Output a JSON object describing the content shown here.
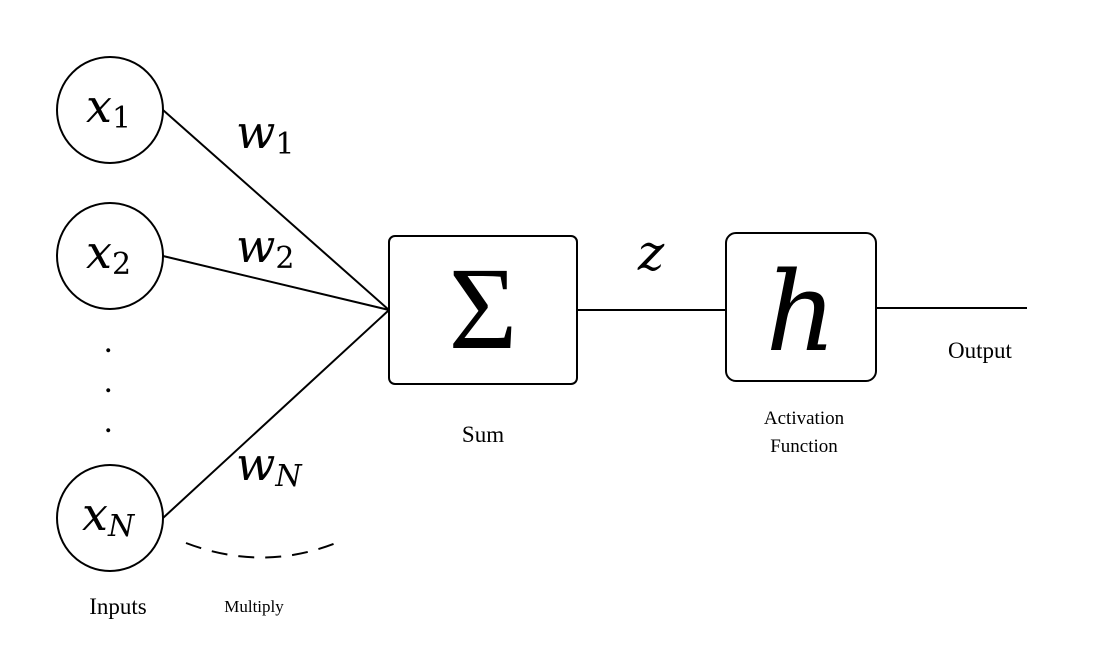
{
  "inputs": [
    {
      "var": "x",
      "sub": "1"
    },
    {
      "var": "x",
      "sub": "2"
    },
    {
      "var": "x",
      "sub": "N"
    }
  ],
  "weights": [
    {
      "var": "w",
      "sub": "1"
    },
    {
      "var": "w",
      "sub": "2"
    },
    {
      "var": "w",
      "sub": "N"
    }
  ],
  "ellipsis": ".",
  "sum_symbol": "Σ",
  "sum_output": "z",
  "activation_symbol": "h",
  "labels": {
    "inputs": "Inputs",
    "multiply": "Multiply",
    "sum": "Sum",
    "activation_line1": "Activation",
    "activation_line2": "Function",
    "output": "Output"
  }
}
